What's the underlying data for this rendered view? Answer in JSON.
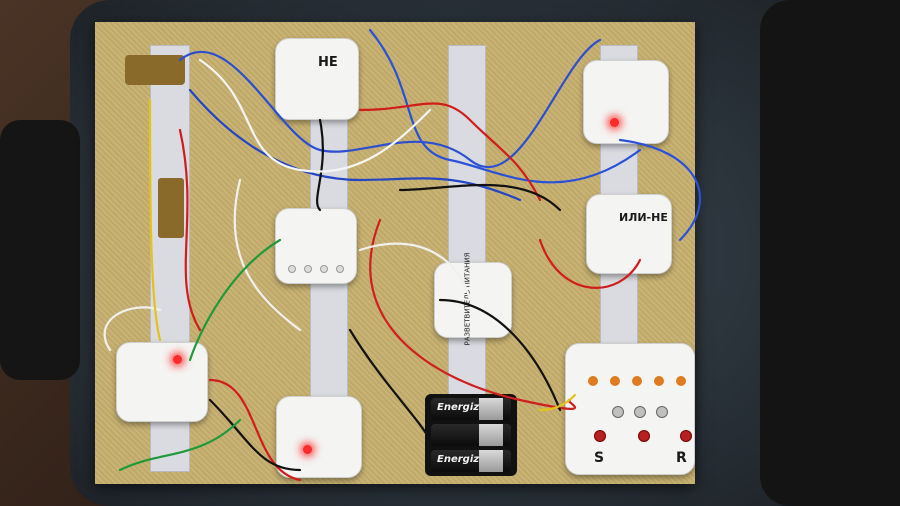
{
  "photo": {
    "modules": {
      "not_gate_label": "НЕ",
      "nor_gate_label": "ИЛИ-НЕ",
      "power_splitter_label": "РАЗВЕТВИТЕЛЬ ПИТАНИЯ",
      "sr_switch": {
        "s_label": "S",
        "r_label": "R"
      }
    },
    "battery_brand": "Energizer",
    "colors": {
      "board": "#c4ad70",
      "module": "#f4f4f2",
      "led_on": "#ff2a2a",
      "strip": "#d9dbe0"
    }
  }
}
